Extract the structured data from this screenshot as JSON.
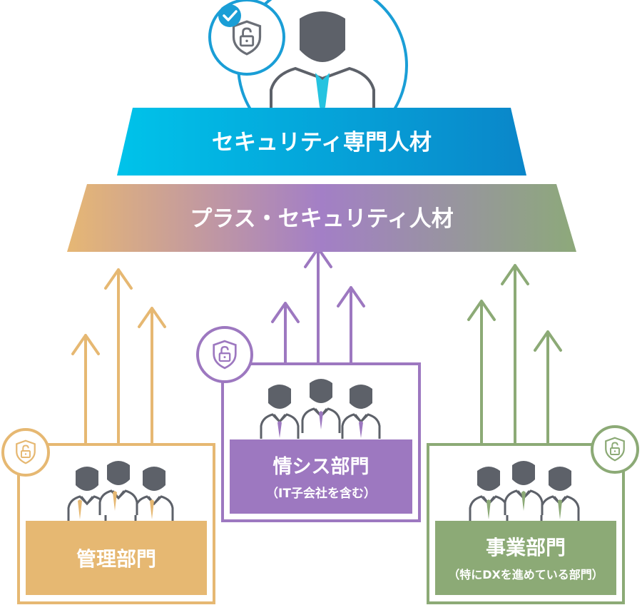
{
  "tiers": {
    "top": {
      "label": "セキュリティ専門人材",
      "colors": [
        "#00c0e8",
        "#0088cc"
      ]
    },
    "middle": {
      "label": "プラス・セキュリティ人材",
      "colors": [
        "#e8b870",
        "#a882c8",
        "#8aa878"
      ]
    }
  },
  "departments": [
    {
      "id": "management",
      "label": "管理部門",
      "sublabel": "",
      "color": "#e6b872"
    },
    {
      "id": "it",
      "label": "情シス部門",
      "sublabel": "（IT子会社を含む）",
      "color": "#9d78c0"
    },
    {
      "id": "business",
      "label": "事業部門",
      "sublabel": "（特にDXを進めている部門）",
      "color": "#8caa76"
    }
  ],
  "colors": {
    "expert_ring": "#1a9ed6",
    "person": "#5d6169",
    "person_outline": "#6b6f77",
    "tie_expert": "#25c3e0"
  },
  "icons": [
    "shield-check-lock-icon",
    "shield-lock-icon",
    "person-icon",
    "arrow-up-icon"
  ]
}
